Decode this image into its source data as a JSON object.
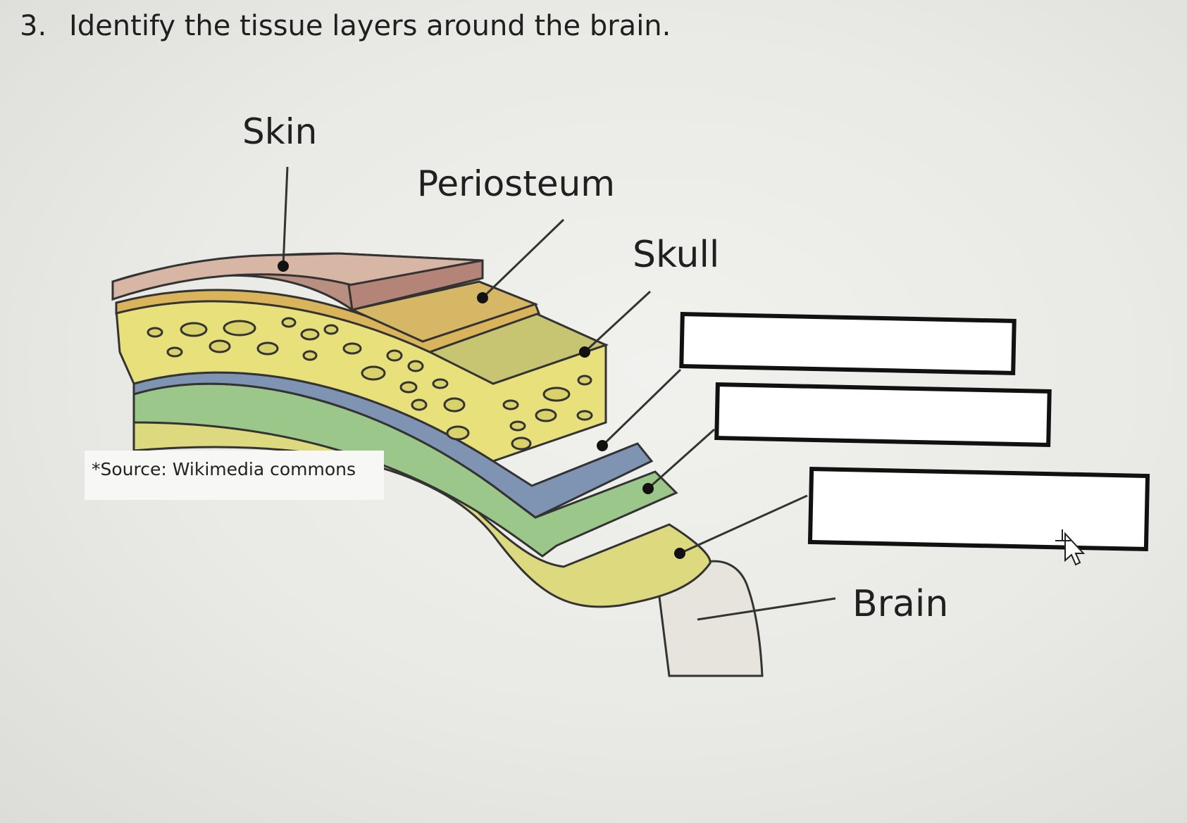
{
  "question": {
    "number": "3.",
    "text": "Identify the tissue layers around the brain."
  },
  "labels": {
    "skin": "Skin",
    "periosteum": "Periosteum",
    "skull": "Skull",
    "brain": "Brain"
  },
  "answer_boxes": [
    {
      "value": ""
    },
    {
      "value": ""
    },
    {
      "value": ""
    }
  ],
  "source_note": "*Source: Wikimedia commons",
  "colors": {
    "skin": "#b98f82",
    "periosteum": "#d9b45a",
    "skull": "#e8e07a",
    "dura": "#7f93b3",
    "arachnoid": "#9cc78a",
    "pia": "#d8d67c",
    "brain": "#e7e5de"
  }
}
